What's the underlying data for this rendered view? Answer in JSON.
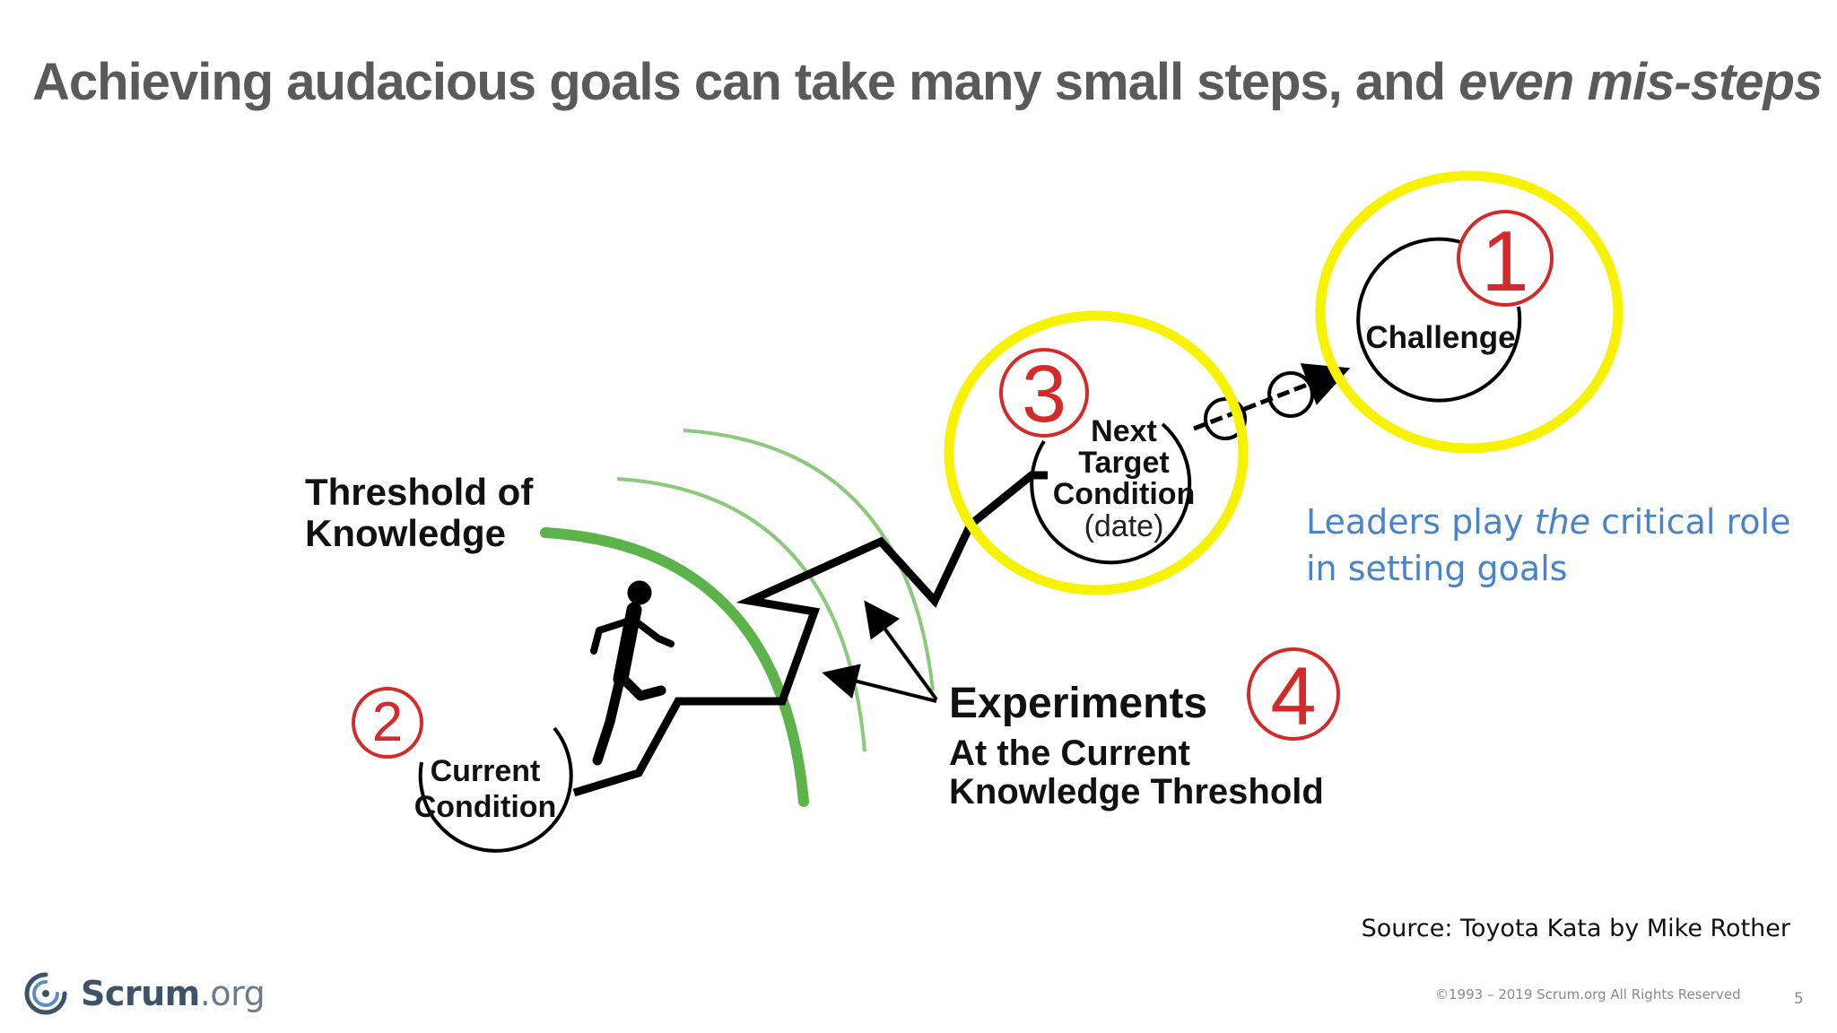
{
  "slide": {
    "title_main": "Achieving audacious goals can take many small steps, and ",
    "title_emphasis": "even mis-steps",
    "callout_pre": "Leaders play ",
    "callout_emphasis": "the",
    "callout_post": " critical role in setting goals",
    "source": "Source: Toyota Kata by Mike Rother",
    "copyright": "©1993 – 2019 Scrum.org All Rights Reserved",
    "page_number": "5",
    "logo_name": "Scrum",
    "logo_suffix": ".org"
  },
  "diagram": {
    "threshold_line1": "Threshold of",
    "threshold_line2": "Knowledge",
    "current_line1": "Current",
    "current_line2": "Condition",
    "next_line1": "Next",
    "next_line2": "Target",
    "next_line3": "Condition",
    "next_line4": "(date)",
    "challenge": "Challenge",
    "experiments_title": "Experiments",
    "experiments_line1": "At the Current",
    "experiments_line2": "Knowledge Threshold",
    "num_challenge": "1",
    "num_current": "2",
    "num_next": "3",
    "num_experiments": "4",
    "colors": {
      "highlight": "#f7f200",
      "threshold_green": "#5cb34a",
      "step_number_red": "#d32a2a",
      "callout_blue": "#4a83c8"
    }
  }
}
